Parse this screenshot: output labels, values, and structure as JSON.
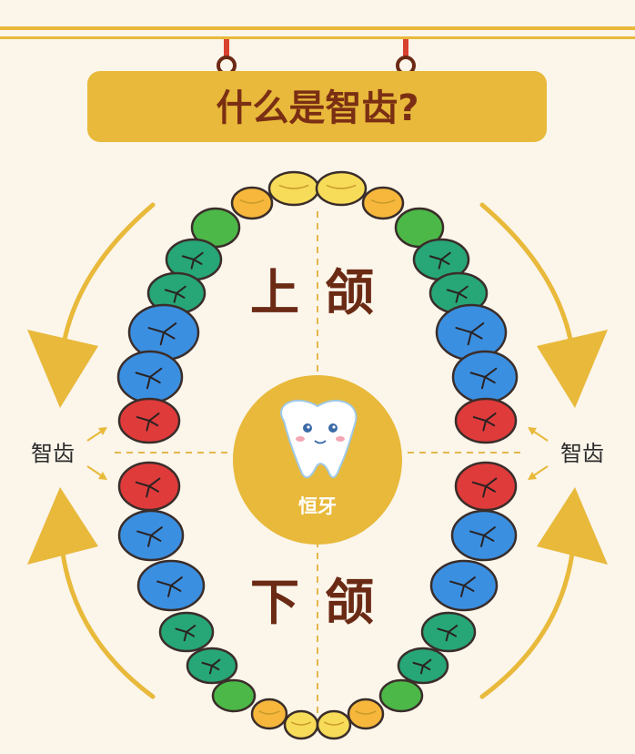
{
  "title": "什么是智齿?",
  "upper_jaw": {
    "char1": "上",
    "char2": "颌"
  },
  "lower_jaw": {
    "char1": "下",
    "char2": "颌"
  },
  "center_label": "恒牙",
  "wisdom_tooth_left": "智齿",
  "wisdom_tooth_right": "智齿",
  "tooth_types": [
    {
      "name": "incisor",
      "color": "#f7dc5a"
    },
    {
      "name": "lateral-incisor",
      "color": "#f6b73c"
    },
    {
      "name": "canine",
      "color": "#4cb848"
    },
    {
      "name": "premolar",
      "color": "#27a677"
    },
    {
      "name": "molar",
      "color": "#3b8fe0"
    },
    {
      "name": "wisdom-tooth",
      "color": "#e03b3b"
    }
  ],
  "colors": {
    "background": "#fbf5ea",
    "gold": "#e8b93a",
    "title_text": "#7a2f14",
    "jaw_text": "#6b2a14",
    "center_circle": "#e8b93a"
  },
  "icons": [
    "tooth-mascot-icon",
    "arrow-down-left-icon",
    "arrow-down-right-icon",
    "arrow-up-left-icon",
    "arrow-up-right-icon"
  ]
}
